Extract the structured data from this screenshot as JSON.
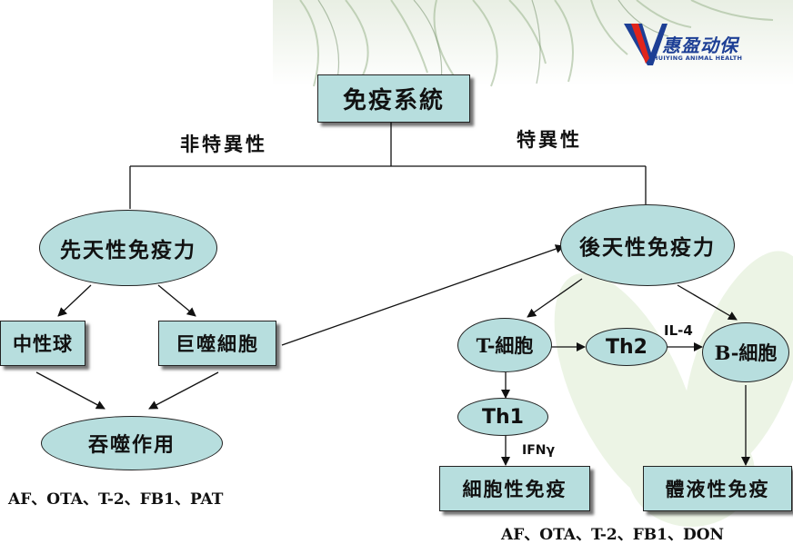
{
  "logo": {
    "name": "惠盈动保",
    "subtitle": "HUIYING ANIMAL HEALTH",
    "color": "#1d3f95"
  },
  "colors": {
    "node_fill": "#b7dede",
    "stroke": "#222222"
  },
  "nodes": {
    "immune_system": "免疫系統",
    "innate_immunity": "先天性免疫力",
    "acquired_immunity": "後天性免疫力",
    "neutrophil": "中性球",
    "macrophage": "巨噬細胞",
    "phagocytosis": "吞噬作用",
    "t_cell": "T-細胞",
    "th2": "Th2",
    "b_cell": "B-細胞",
    "th1": "Th1",
    "cellular_immunity": "細胞性免疫",
    "humoral_immunity": "體液性免疫"
  },
  "labels": {
    "non_specific": "非特異性",
    "specific": "特異性",
    "il4": "IL-4",
    "ifn": "IFNγ",
    "toxins_left": "AF、OTA、T-2、FB1、PAT",
    "toxins_right": "AF、OTA、T-2、FB1、DON"
  }
}
